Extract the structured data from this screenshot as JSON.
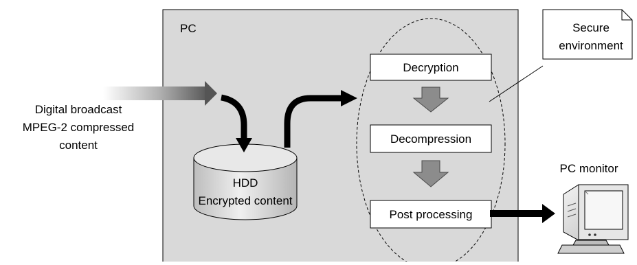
{
  "pc_label": "PC",
  "input_text": {
    "line1": "Digital broadcast",
    "line2": "MPEG-2 compressed",
    "line3": "content"
  },
  "hdd": {
    "line1": "HDD",
    "line2": "Encrypted content"
  },
  "pipeline": {
    "decryption": "Decryption",
    "decompression": "Decompression",
    "post_processing": "Post processing"
  },
  "secure_callout": {
    "line1": "Secure",
    "line2": "environment"
  },
  "monitor_label": "PC monitor",
  "colors": {
    "pc_box_fill": "#d9d9d9",
    "arrow_gray": "#8c8c8c",
    "black": "#000000"
  }
}
